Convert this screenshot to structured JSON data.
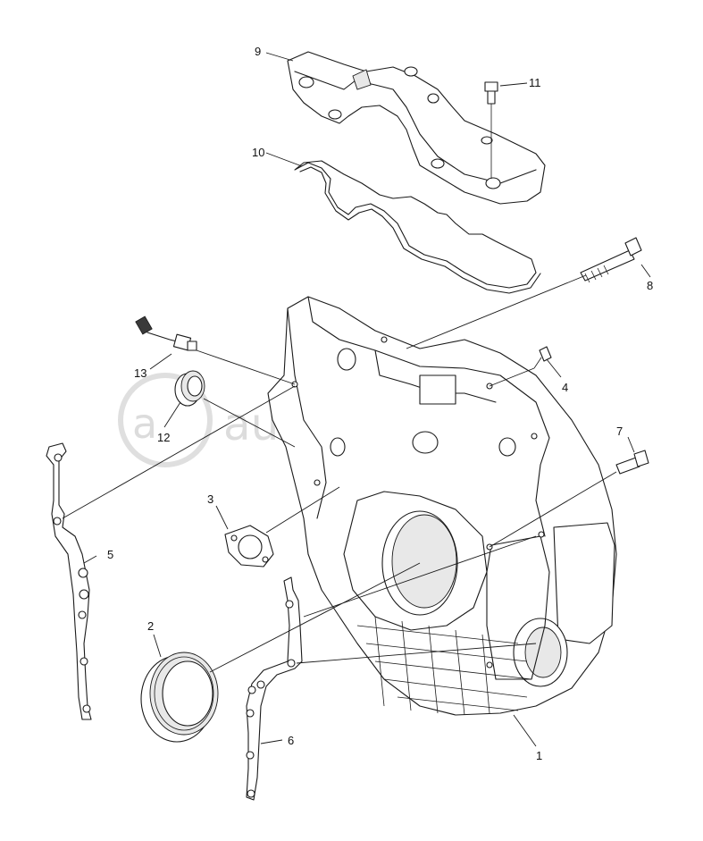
{
  "diagram": {
    "callouts": [
      {
        "id": "c1",
        "label": "1"
      },
      {
        "id": "c2",
        "label": "2"
      },
      {
        "id": "c3",
        "label": "3"
      },
      {
        "id": "c4",
        "label": "4"
      },
      {
        "id": "c5",
        "label": "5"
      },
      {
        "id": "c6",
        "label": "6"
      },
      {
        "id": "c7",
        "label": "7"
      },
      {
        "id": "c8",
        "label": "8"
      },
      {
        "id": "c9",
        "label": "9"
      },
      {
        "id": "c10",
        "label": "10"
      },
      {
        "id": "c11",
        "label": "11"
      },
      {
        "id": "c12",
        "label": "12"
      },
      {
        "id": "c13",
        "label": "13"
      }
    ],
    "watermark": "autopiter.ru"
  }
}
